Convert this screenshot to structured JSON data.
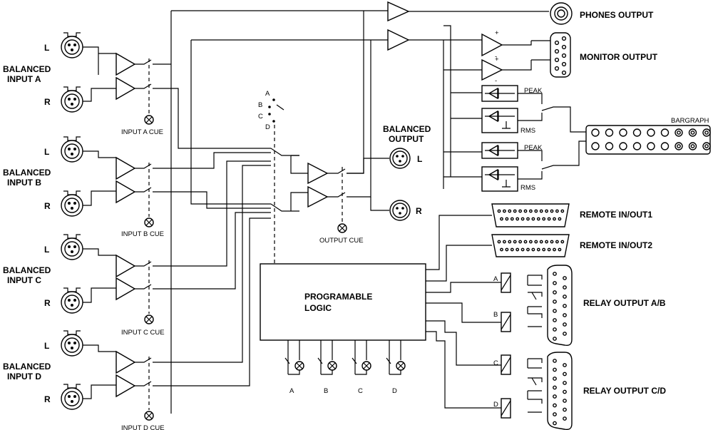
{
  "inputs": {
    "a": {
      "line1": "BALANCED",
      "line2": "INPUT A",
      "left": "L",
      "right": "R",
      "cue": "INPUT A CUE"
    },
    "b": {
      "line1": "BALANCED",
      "line2": "INPUT B",
      "left": "L",
      "right": "R",
      "cue": "INPUT B CUE"
    },
    "c": {
      "line1": "BALANCED",
      "line2": "INPUT C",
      "left": "L",
      "right": "R",
      "cue": "INPUT C CUE"
    },
    "d": {
      "line1": "BALANCED",
      "line2": "INPUT D",
      "left": "L",
      "right": "R",
      "cue": "INPUT D CUE"
    }
  },
  "selector": {
    "a": "A",
    "b": "B",
    "c": "C",
    "d": "D"
  },
  "balanced_output": {
    "line1": "BALANCED",
    "line2": "OUTPUT",
    "left": "L",
    "right": "R",
    "cue": "OUTPUT CUE"
  },
  "outputs": {
    "phones": "PHONES OUTPUT",
    "monitor": "MONITOR OUTPUT",
    "plus": "+",
    "minus": "-",
    "peak": "PEAK",
    "rms": "RMS",
    "bargraph": "BARGRAPH",
    "remote1": "REMOTE IN/OUT1",
    "remote2": "REMOTE IN/OUT2",
    "relay_ab": "RELAY OUTPUT A/B",
    "relay_cd": "RELAY OUTPUT C/D"
  },
  "logic": {
    "line1": "PROGRAMABLE",
    "line2": "LOGIC",
    "buttons": [
      "A",
      "B",
      "C",
      "D"
    ]
  },
  "relays": [
    "A",
    "B",
    "C",
    "D"
  ]
}
